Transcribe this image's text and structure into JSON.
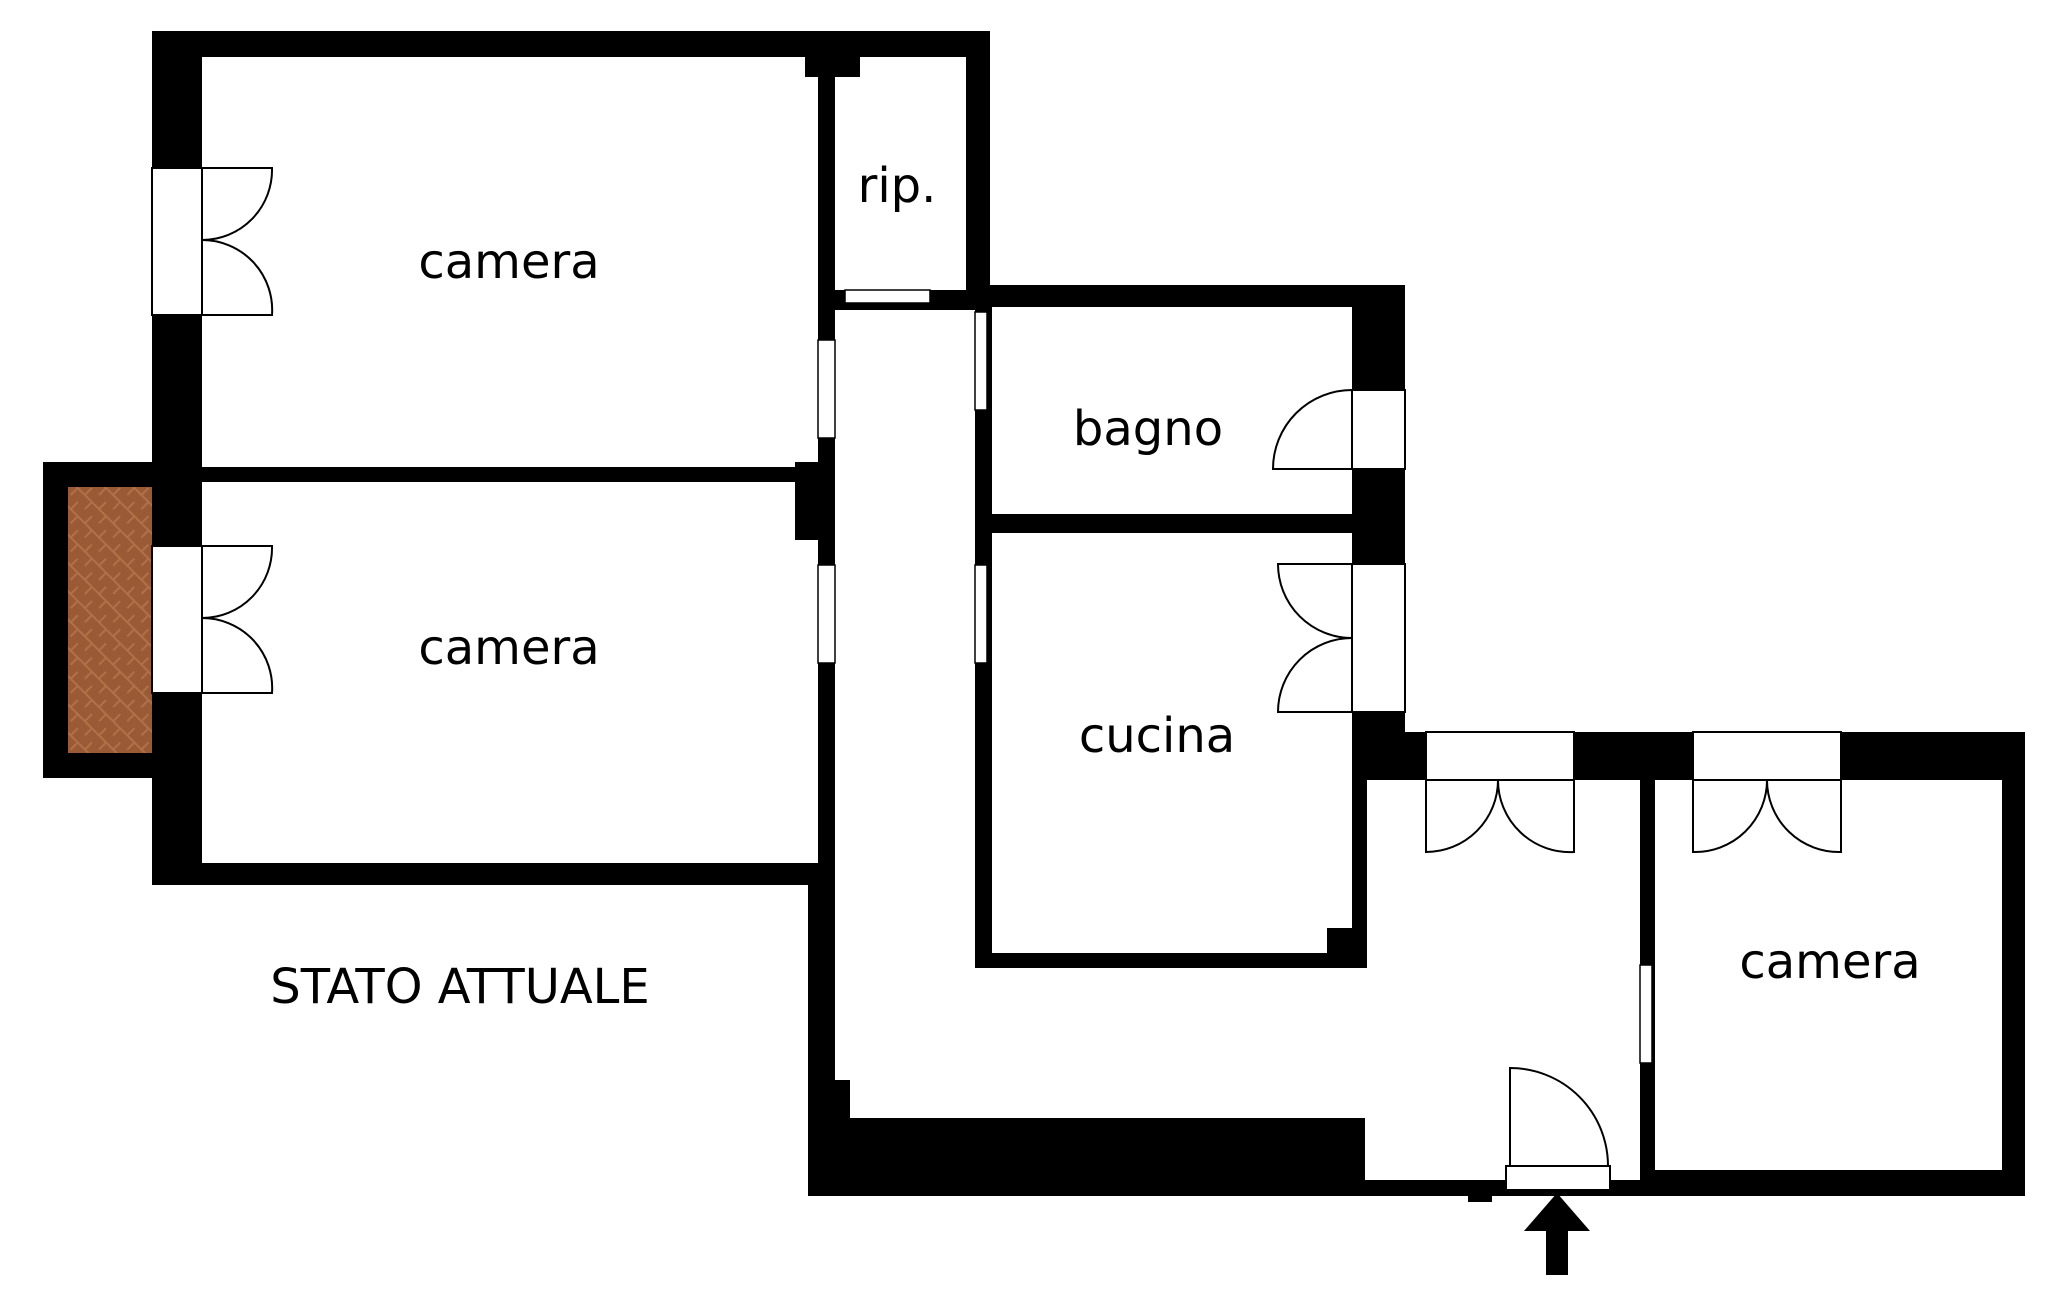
{
  "plan": {
    "title": "STATO ATTUALE",
    "rooms": {
      "camera_top": "camera",
      "camera_middle": "camera",
      "ripostiglio": "rip.",
      "bagno": "bagno",
      "cucina": "cucina",
      "camera_right": "camera"
    },
    "icons": {
      "entrance": "up-arrow-icon"
    },
    "colors": {
      "wall": "#000000",
      "floor": "#ffffff",
      "balcony": "#9a5a36",
      "balcony_pattern": "#b07048",
      "door_stroke": "#000000"
    }
  }
}
